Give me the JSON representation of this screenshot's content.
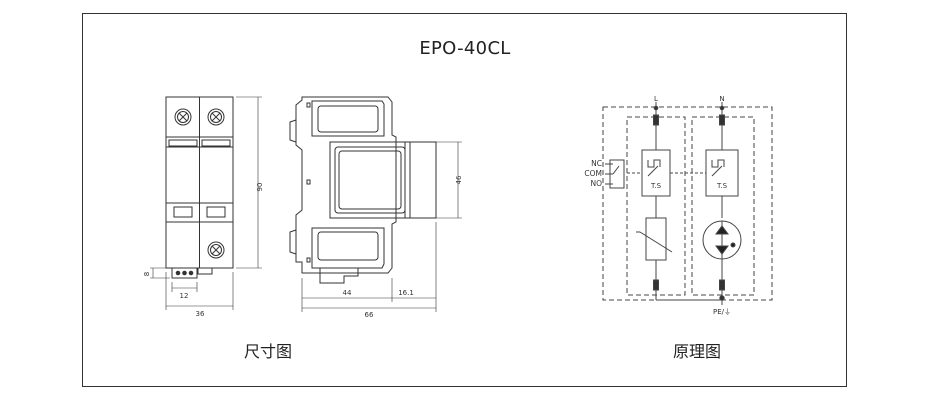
{
  "title": "EPO-40CL",
  "captions": {
    "dimension": "尺寸图",
    "schematic": "原理图"
  },
  "dimensions": {
    "height_total": "90",
    "front_width": "36",
    "terminal_pitch": "12",
    "terminal_height": "8",
    "depth_main": "44",
    "depth_total": "66",
    "depth_extra": "16.1",
    "window_height": "46"
  },
  "schematic": {
    "phase": "L",
    "neutral": "N",
    "ts_label_left": "T.S",
    "ts_label_right": "T.S",
    "nc": "NC",
    "com": "COM",
    "no": "NO",
    "pe": "PE/⏚"
  }
}
